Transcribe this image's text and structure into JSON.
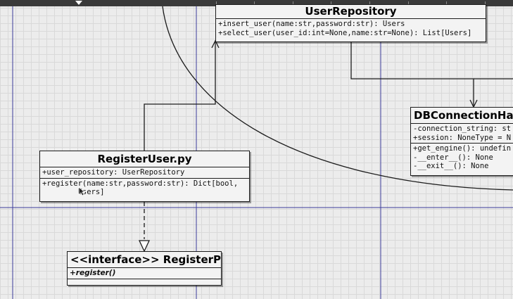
{
  "classes": {
    "user_repository": {
      "title": "UserRepository",
      "attributes": [],
      "methods": [
        "+insert_user(name:str,password:str): Users",
        "+select_user(user_id:int=None,name:str=None): List[Users]"
      ]
    },
    "db_connection": {
      "title": "DBConnectionHand",
      "attributes": [
        "-connection_string: st",
        "+session: NoneType = N"
      ],
      "methods": [
        "+get_engine(): undefin",
        "-__enter__(): None",
        "-__exit__(): None"
      ]
    },
    "register_user": {
      "title": "RegisterUser.py",
      "attributes": [
        "+user_repository: UserRepository"
      ],
      "methods": [
        "+register(name:str,password:str): Dict[bool,",
        "        Users]"
      ]
    },
    "register_pet": {
      "title": "<<interface>> RegisterPet",
      "methods": [
        "+register()"
      ]
    }
  },
  "colors": {
    "canvas": "#ececec",
    "grid": "#d9d9d9",
    "guide_line": "#3c3c9a",
    "box_fill": "#f3f3f3",
    "stroke": "#1c1c1c"
  }
}
